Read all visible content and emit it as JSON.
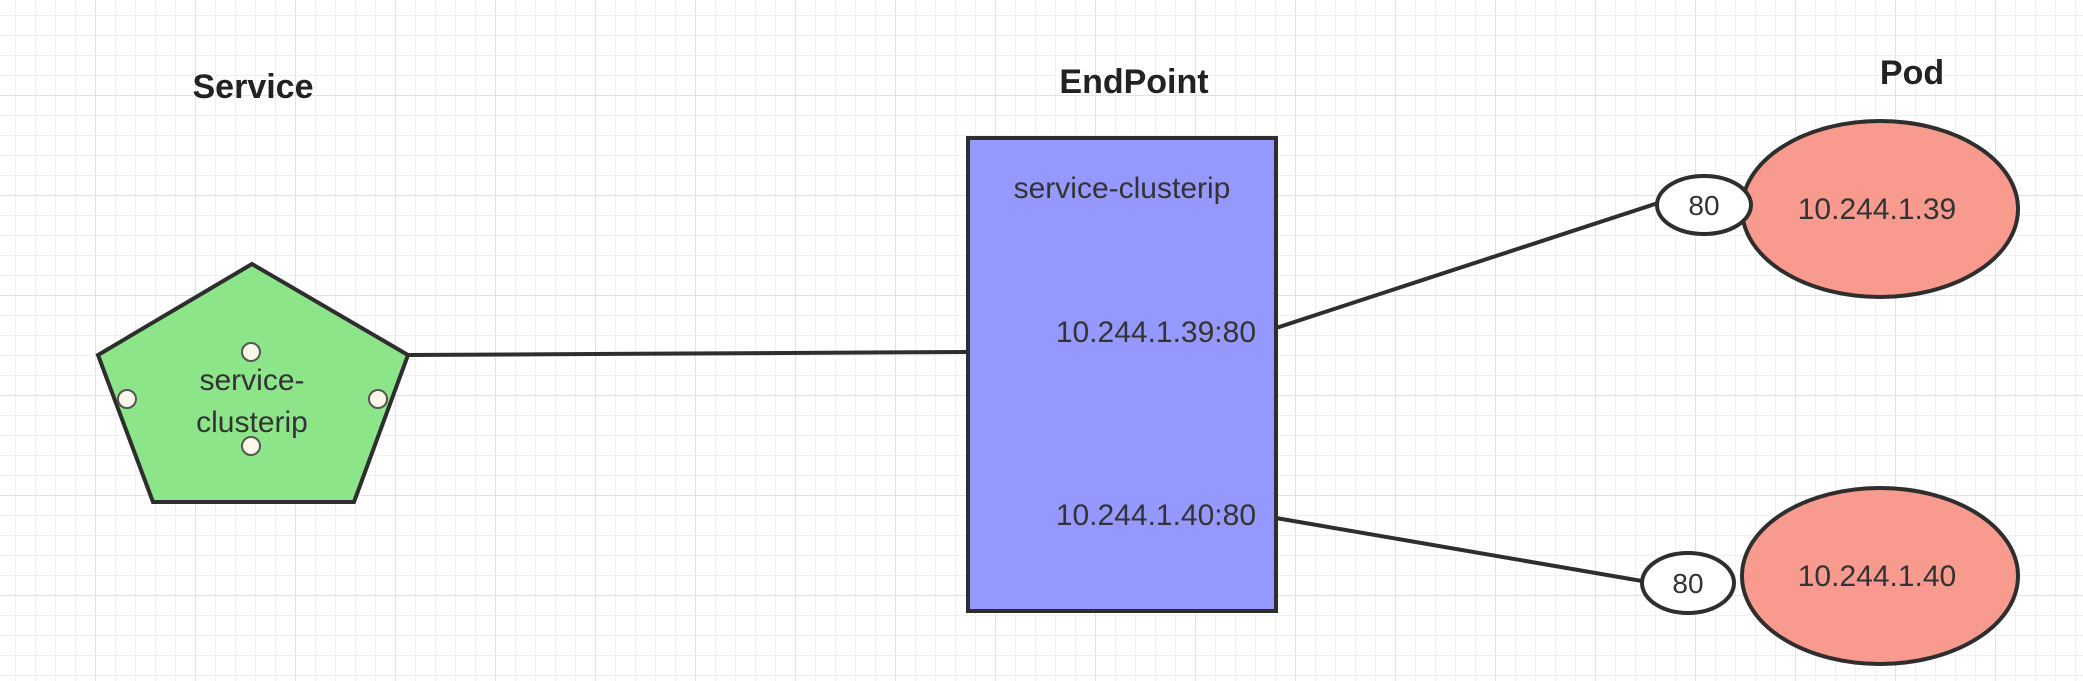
{
  "headings": {
    "service": "Service",
    "endpoint": "EndPoint",
    "pod": "Pod"
  },
  "service_node": {
    "label_line1": "service-",
    "label_line2": "clusterip",
    "fill": "#8de58a"
  },
  "endpoint_node": {
    "title": "service-clusterip",
    "entries": [
      "10.244.1.39:80",
      "10.244.1.40:80"
    ],
    "fill": "#9598ff"
  },
  "pods": [
    {
      "ip": "10.244.1.39",
      "port": "80"
    },
    {
      "ip": "10.244.1.40",
      "port": "80"
    }
  ],
  "colors": {
    "pod_fill": "#f99a8e",
    "stroke": "#2e2e2e"
  }
}
